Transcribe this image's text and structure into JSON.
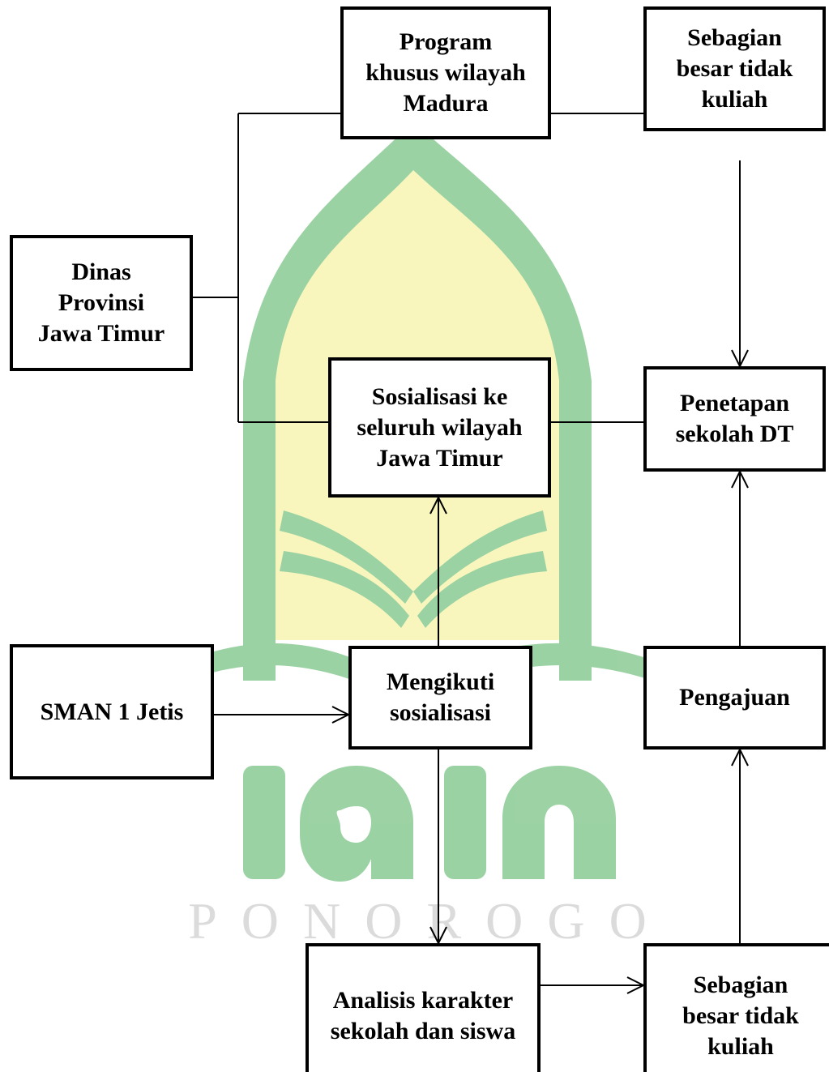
{
  "diagram": {
    "nodes": {
      "program_madura": "Program\nkhusus wilayah\nMadura",
      "sebagian_top": "Sebagian\nbesar tidak\nkuliah",
      "dinas": "Dinas\nProvinsi\nJawa Timur",
      "sosialisasi": "Sosialisasi ke\nseluruh wilayah\nJawa Timur",
      "penetapan": "Penetapan\nsekolah DT",
      "sman": "SMAN 1 Jetis",
      "mengikuti": "Mengikuti\nsosialisasi",
      "pengajuan": "Pengajuan",
      "analisis": "Analisis karakter\nsekolah dan siswa",
      "sebagian_bottom": "Sebagian\nbesar tidak\nkuliah"
    },
    "edges": [
      {
        "from": "dinas",
        "to": "program_madura",
        "arrow": false
      },
      {
        "from": "dinas",
        "to": "sosialisasi",
        "arrow": false
      },
      {
        "from": "program_madura",
        "to": "sebagian_top",
        "arrow": false
      },
      {
        "from": "sebagian_top",
        "to": "penetapan",
        "arrow": true
      },
      {
        "from": "sosialisasi",
        "to": "penetapan",
        "arrow": false
      },
      {
        "from": "sman",
        "to": "mengikuti",
        "arrow": true
      },
      {
        "from": "mengikuti",
        "to": "sosialisasi",
        "arrow": true
      },
      {
        "from": "mengikuti",
        "to": "analisis",
        "arrow": true
      },
      {
        "from": "analisis",
        "to": "sebagian_bottom",
        "arrow": true
      },
      {
        "from": "sebagian_bottom",
        "to": "pengajuan",
        "arrow": true
      },
      {
        "from": "pengajuan",
        "to": "penetapan",
        "arrow": true
      }
    ]
  },
  "watermark": {
    "text": "PONOROGO",
    "logo_lettering": "iain",
    "colors": {
      "green": "#3aa64a",
      "yellow": "#f2ee7c",
      "grey": "#b8b8b8"
    }
  }
}
